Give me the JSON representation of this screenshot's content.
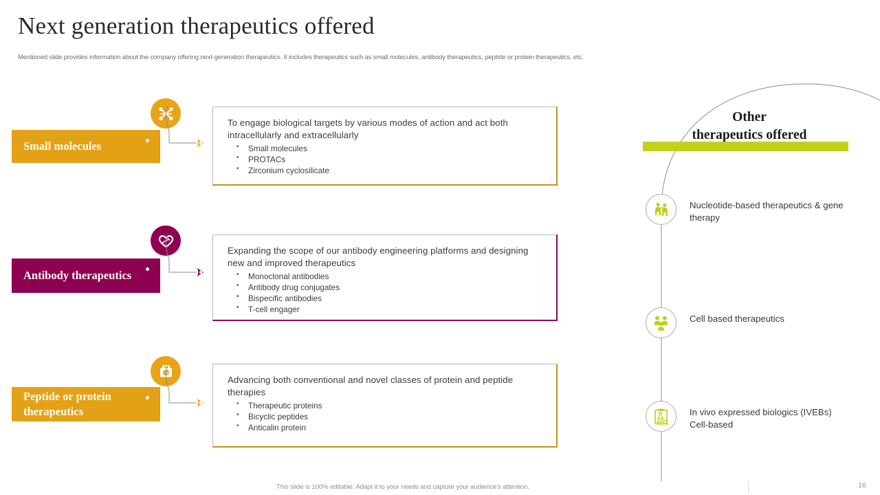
{
  "header": {
    "title": "Next generation therapeutics offered",
    "subtitle": "Mentioned slide provides information about the company offering next-generation therapeutics. It includes therapeutics such as small molecules, antibody therapeutics, peptide or protein therapeutics, etc."
  },
  "colors": {
    "amber": "#e3a115",
    "amber_icon": "#e8a317",
    "amber_accent": "#c9941a",
    "magenta": "#8e0050",
    "green": "#c3d11a",
    "text_dark": "#3b3b3b",
    "muted": "#8e8e8e"
  },
  "rows": [
    {
      "label": "Small molecules",
      "icon": "molecule-icon",
      "color": "#e3a115",
      "intro": "To engage biological targets by various modes of action and act both intracellularly and extracellularly",
      "bullets": [
        "Small molecules",
        "PROTACs",
        "Zirconium cyclosilicate"
      ]
    },
    {
      "label": "Antibody therapeutics",
      "icon": "heart-syringe-icon",
      "color": "#8e0050",
      "intro": "Expanding the scope of our antibody engineering platforms and designing new and improved therapeutics",
      "bullets": [
        "Monoclonal antibodies",
        "Antibody drug conjugates",
        "Bispecific antibodies",
        "T-cell engager"
      ]
    },
    {
      "label": "Peptide or protein therapeutics",
      "icon": "medical-bag-icon",
      "color": "#e3a115",
      "intro": "Advancing both conventional and novel classes of protein and peptide therapies",
      "bullets": [
        "Therapeutic proteins",
        "Bicyclic peptides",
        "Anticalin protein"
      ]
    }
  ],
  "right_panel": {
    "title_line_1": "Other",
    "title_line_2": "therapeutics offered",
    "items": [
      {
        "text": "Nucleotide-based therapeutics & gene therapy",
        "icon": "two-people-icon"
      },
      {
        "text": "Cell based therapeutics",
        "icon": "people-group-icon"
      },
      {
        "text": "In vivo expressed biologics (IVEBs) Cell-based",
        "icon": "lab-clipboard-icon"
      }
    ]
  },
  "footer": {
    "note": "This slide is 100% editable. Adapt it to your needs and capture your audience's attention.",
    "page_number": "16"
  }
}
